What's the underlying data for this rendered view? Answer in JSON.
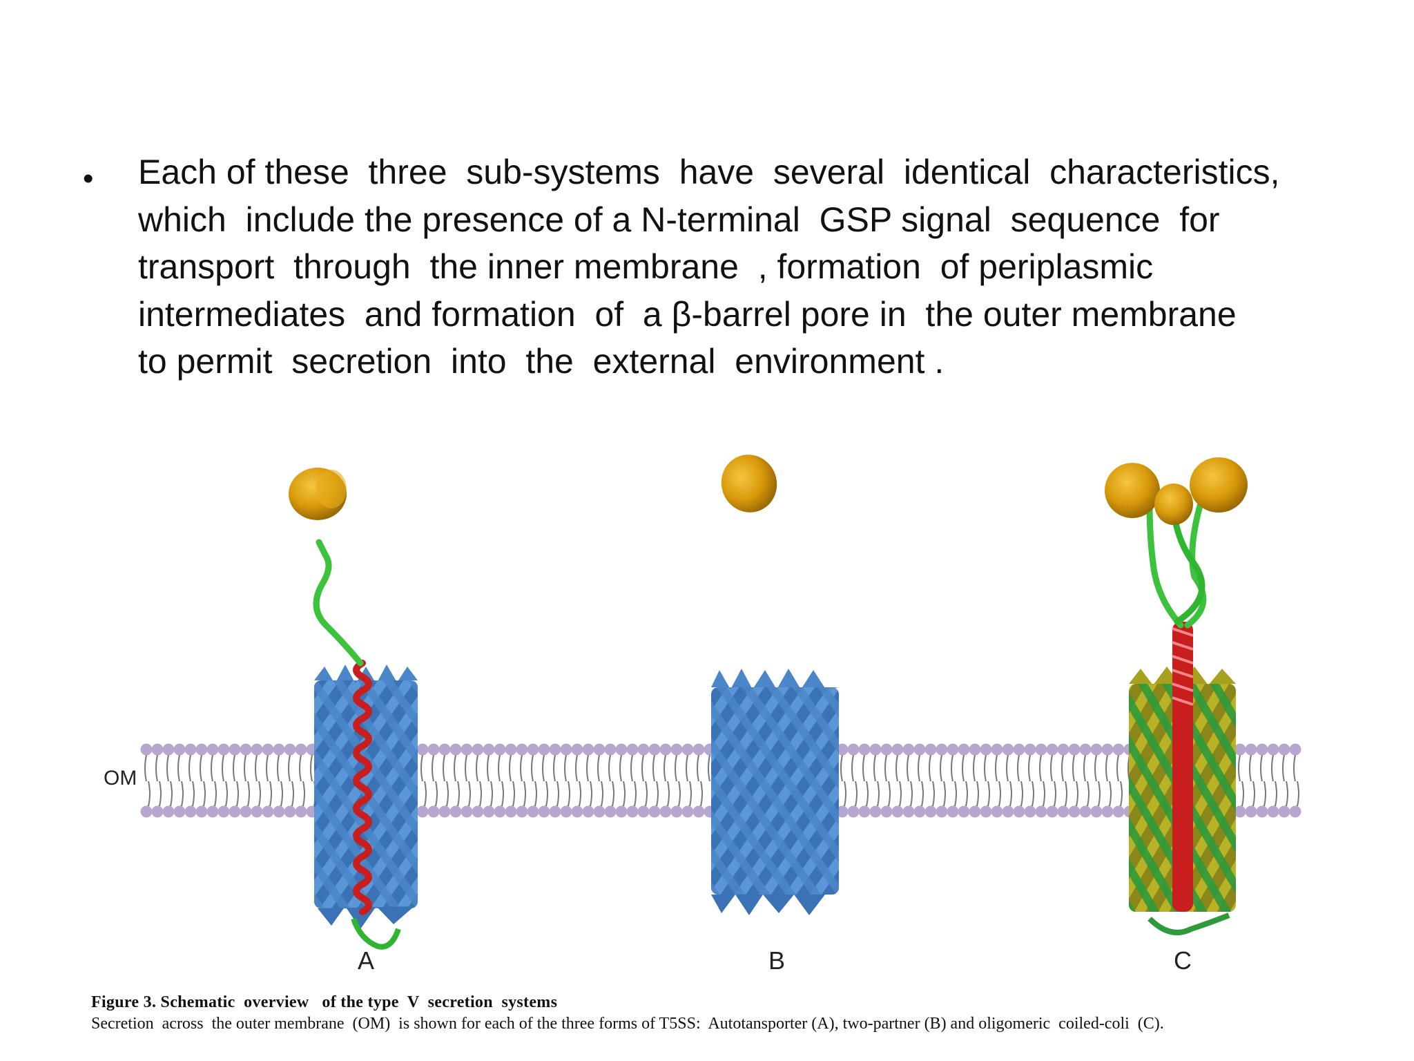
{
  "bullet": {
    "marker": "•",
    "lines": [
      "Each of these  three  sub-systems  have  several  identical  characteristics,",
      "which  include the presence of a N-terminal  GSP signal  sequence  for",
      "transport  through  the inner membrane  , formation  of periplasmic",
      "intermediates  and formation  of  a β-barrel pore in  the outer membrane",
      "to permit  secretion  into  the  external  environment ."
    ]
  },
  "figure": {
    "membrane_label": "OM",
    "panels": [
      {
        "label": "A"
      },
      {
        "label": "B"
      },
      {
        "label": "C"
      }
    ],
    "colors": {
      "barrel": "#4a86c8",
      "helix": "#c81e1e",
      "linker": "#3cc23c",
      "passenger": "#d99a0b",
      "lipid_head": "#b7a7d0",
      "barrel_c_yellow": "#a6a21e",
      "barrel_c_green": "#2e9a3a"
    }
  },
  "caption": {
    "title": "Figure 3. Schematic  overview   of the type  V  secretion  systems",
    "body": "Secretion  across  the outer membrane  (OM)  is shown for each of the three forms of T5SS:  Autotansporter (A), two-partner (B) and oligomeric  coiled-coli  (C)."
  }
}
